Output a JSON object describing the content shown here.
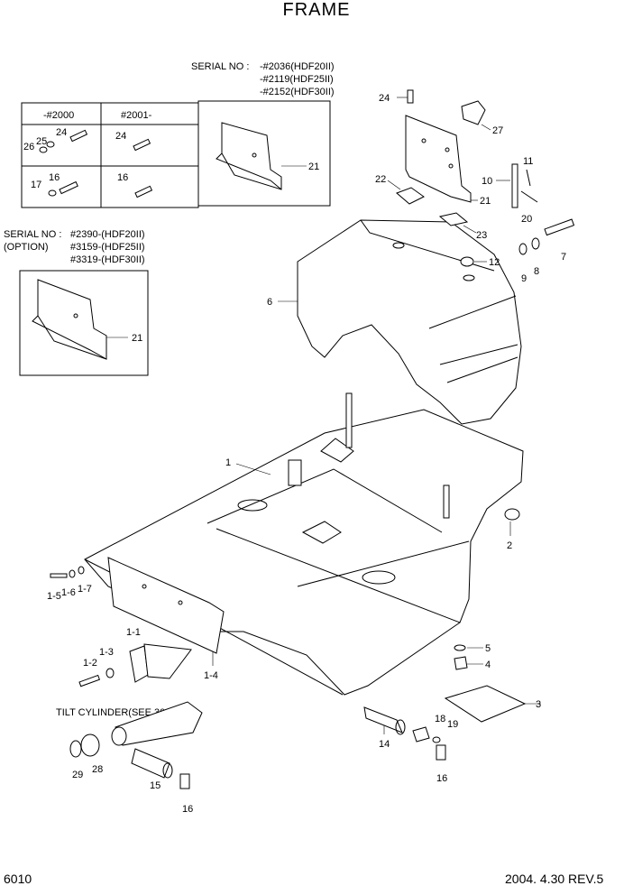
{
  "title": "FRAME",
  "serial_top": {
    "label": "SERIAL NO :",
    "lines": [
      "-#2036(HDF20II)",
      "-#2119(HDF25II)",
      "-#2152(HDF30II)"
    ]
  },
  "serial_option": {
    "label": "SERIAL NO :",
    "option": "(OPTION)",
    "lines": [
      "#2390-(HDF20II)",
      "#3159-(HDF25II)",
      "#3319-(HDF30II)"
    ]
  },
  "inset_table": {
    "headers": [
      "-#2000",
      "#2001-"
    ],
    "row1_left": [
      "24",
      "25",
      "26"
    ],
    "row1_right": [
      "24"
    ],
    "row2_left": [
      "16",
      "17"
    ],
    "row2_right": [
      "16"
    ]
  },
  "tilt_note": "TILT CYLINDER(SEE 3090)",
  "callouts": {
    "c1": "1",
    "c1_1": "1-1",
    "c1_2": "1-2",
    "c1_3": "1-3",
    "c1_4": "1-4",
    "c1_5": "1-5",
    "c1_6": "1-6",
    "c1_7": "1-7",
    "c2": "2",
    "c3": "3",
    "c4": "4",
    "c5": "5",
    "c6": "6",
    "c7": "7",
    "c8": "8",
    "c9": "9",
    "c10": "10",
    "c11": "11",
    "c12": "12",
    "c14": "14",
    "c15": "15",
    "c16a": "16",
    "c16b": "16",
    "c18": "18",
    "c19": "19",
    "c20": "20",
    "c21a": "21",
    "c21b": "21",
    "c21c": "21",
    "c22": "22",
    "c23": "23",
    "c24": "24",
    "c27": "27",
    "c28": "28",
    "c29": "29"
  },
  "page_number": "6010",
  "revision": "2004. 4.30 REV.5"
}
